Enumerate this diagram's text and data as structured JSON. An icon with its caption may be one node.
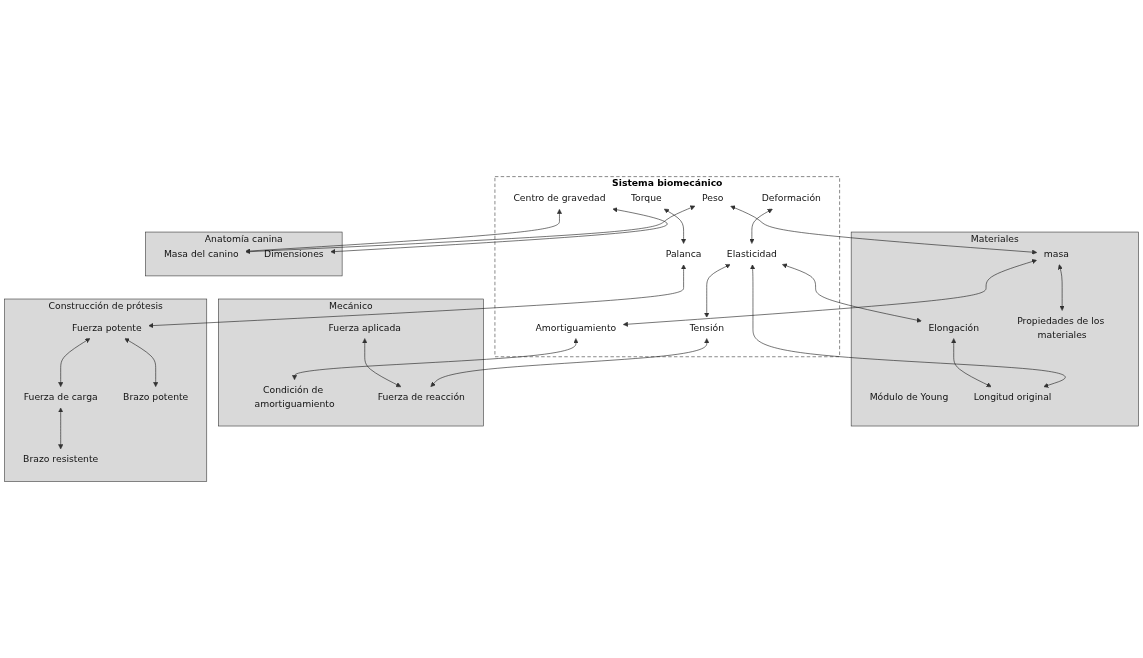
{
  "diagram": {
    "nodes": [
      {
        "text": [
          "Sistema biomecánico"
        ]
      },
      {
        "text": [
          "Deformación"
        ],
        "in": 0
      },
      {
        "text": [
          "Elasticidad"
        ],
        "in": 0
      },
      {
        "text": [
          "Tensión"
        ],
        "in": 0
      },
      {
        "text": [
          "Peso"
        ],
        "in": 0
      },
      {
        "text": [
          "Amortiguamiento"
        ],
        "in": 0
      },
      {
        "text": [
          "Centro de gravedad"
        ],
        "in": 0
      },
      {
        "text": [
          "Palanca"
        ],
        "in": 0
      },
      {
        "text": [
          "Torque"
        ],
        "in": 0
      },
      {
        "text": [
          "Materiales"
        ]
      },
      {
        "text": [
          "masa"
        ],
        "in": 9
      },
      {
        "text": [
          "Módulo de Young"
        ],
        "in": 9
      },
      {
        "text": [
          "Elongación"
        ],
        "in": 9
      },
      {
        "text": [
          "Longitud original"
        ],
        "in": 9
      },
      {
        "text": [
          "Propiedades de los materiales"
        ],
        "in": 9
      },
      {
        "text": [
          "Mecánico"
        ]
      },
      {
        "text": [
          "Condición de amortiguamiento"
        ],
        "in": 15
      },
      {
        "text": [
          "Fuerza aplicada"
        ],
        "in": 15
      },
      {
        "text": [
          "Fuerza de reacción"
        ],
        "in": 15
      },
      {
        "text": [
          "Anatomía canina"
        ]
      },
      {
        "text": [
          "Masa del canino"
        ],
        "in": 19
      },
      {
        "text": [
          "Dimensiones"
        ],
        "in": 19
      },
      {
        "text": [
          "Construcción de prótesis"
        ]
      },
      {
        "text": [
          "Fuerza potente"
        ],
        "in": 22
      },
      {
        "text": [
          "Fuerza de carga"
        ],
        "in": 22
      },
      {
        "text": [
          "Brazo potente"
        ],
        "in": 22
      },
      {
        "text": [
          "Brazo resistente"
        ],
        "in": 22
      }
    ],
    "edges": [
      {
        "from": 1,
        "to": 2,
        "arrow": "both"
      },
      {
        "from": 2,
        "to": 3,
        "arrow": "both"
      },
      {
        "from": 3,
        "to": 18,
        "arrow": "both"
      },
      {
        "from": 4,
        "to": 10,
        "arrow": "both"
      },
      {
        "from": 10,
        "to": 5,
        "arrow": "both"
      },
      {
        "from": 4,
        "to": 20,
        "arrow": "both"
      },
      {
        "from": 2,
        "to": 13,
        "arrow": "both"
      },
      {
        "from": 2,
        "to": 12,
        "arrow": "both"
      },
      {
        "from": 10,
        "to": 14,
        "arrow": "both"
      },
      {
        "from": 12,
        "to": 13,
        "arrow": "both"
      },
      {
        "from": 5,
        "to": 16,
        "arrow": "both"
      },
      {
        "from": 17,
        "to": 18,
        "arrow": "both"
      },
      {
        "from": 6,
        "to": 20,
        "arrow": "both"
      },
      {
        "from": 6,
        "to": 21,
        "arrow": "both"
      },
      {
        "from": 8,
        "to": 7,
        "arrow": "both"
      },
      {
        "from": 7,
        "to": 23,
        "arrow": "both"
      },
      {
        "from": 23,
        "to": 24,
        "arrow": "both"
      },
      {
        "from": 23,
        "to": 25,
        "arrow": "both"
      },
      {
        "from": 24,
        "to": 26,
        "arrow": "both"
      }
    ]
  }
}
